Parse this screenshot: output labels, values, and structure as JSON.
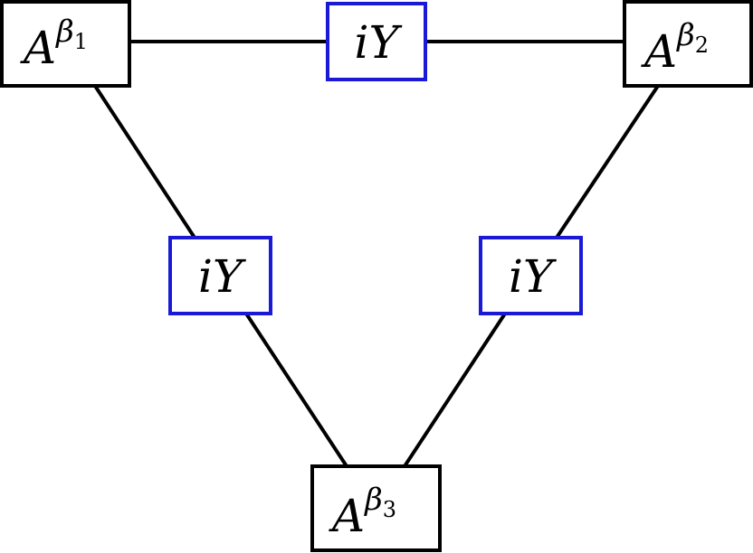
{
  "colors": {
    "tensor_border": "#000000",
    "coupling_border": "#1a1ad6",
    "edge": "#000000",
    "background": "#ffffff"
  },
  "nodes": {
    "a1": {
      "base": "A",
      "sup": "β",
      "sub": "1"
    },
    "a2": {
      "base": "A",
      "sup": "β",
      "sub": "2"
    },
    "a3": {
      "base": "A",
      "sup": "β",
      "sub": "3"
    },
    "y12": {
      "label": "iY"
    },
    "y13": {
      "label": "iY"
    },
    "y23": {
      "label": "iY"
    }
  }
}
